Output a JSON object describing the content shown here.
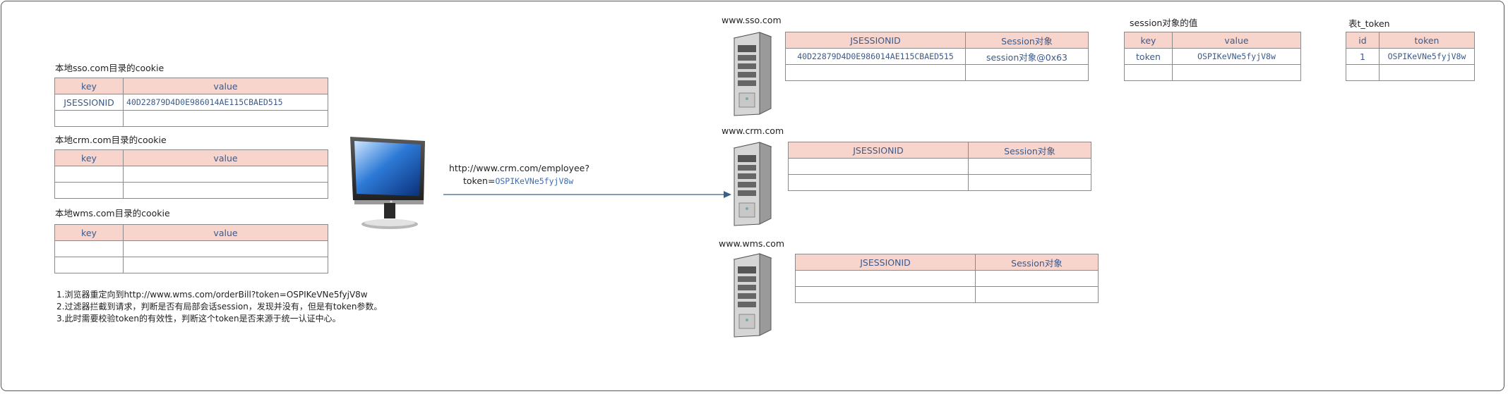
{
  "cookies": {
    "sso": {
      "title": "本地sso.com目录的cookie",
      "headers": [
        "key",
        "value"
      ],
      "rows": [
        [
          "JSESSIONID",
          "40D22879D4D0E986014AE115CBAED515"
        ],
        [
          "",
          ""
        ]
      ]
    },
    "crm": {
      "title": "本地crm.com目录的cookie",
      "headers": [
        "key",
        "value"
      ],
      "rows": [
        [
          "",
          ""
        ],
        [
          "",
          ""
        ]
      ]
    },
    "wms": {
      "title": "本地wms.com目录的cookie",
      "headers": [
        "key",
        "value"
      ],
      "rows": [
        [
          "",
          ""
        ],
        [
          "",
          ""
        ]
      ]
    }
  },
  "notes": [
    "1.浏览器重定向到http://www.wms.com/orderBill?token=OSPIKeVNe5fyjV8w",
    "2.过滤器拦截到请求，判断是否有局部会话session，发现并没有，但是有token参数。",
    "3.此时需要校验token的有效性，判断这个token是否来源于统一认证中心。"
  ],
  "request": {
    "url": "http://www.crm.com/employee?",
    "token_label": "token=",
    "token_value": "OSPIKeVNe5fyjV8w"
  },
  "servers": {
    "sso": {
      "label": "www.sso.com",
      "headers": [
        "JSESSIONID",
        "Session对象"
      ],
      "rows": [
        [
          "40D22879D4D0E986014AE115CBAED515",
          "session对象@0x63"
        ],
        [
          "",
          ""
        ]
      ]
    },
    "crm": {
      "label": "www.crm.com",
      "headers": [
        "JSESSIONID",
        "Session对象"
      ],
      "rows": [
        [
          "",
          ""
        ],
        [
          "",
          ""
        ]
      ]
    },
    "wms": {
      "label": "www.wms.com",
      "headers": [
        "JSESSIONID",
        "Session对象"
      ],
      "rows": [
        [
          "",
          ""
        ],
        [
          "",
          ""
        ]
      ]
    }
  },
  "session_values": {
    "title": "session对象的值",
    "headers": [
      "key",
      "value"
    ],
    "rows": [
      [
        "token",
        "OSPIKeVNe5fyjV8w"
      ],
      [
        "",
        ""
      ]
    ]
  },
  "token_table": {
    "title": "表t_token",
    "headers": [
      "id",
      "token"
    ],
    "rows": [
      [
        "1",
        "OSPIKeVNe5fyjV8w"
      ],
      [
        "",
        ""
      ]
    ]
  },
  "colors": {
    "header_fill": "#f8d5cc",
    "text_blue": "#3c5a8a",
    "arrow": "#3a5f8f"
  }
}
